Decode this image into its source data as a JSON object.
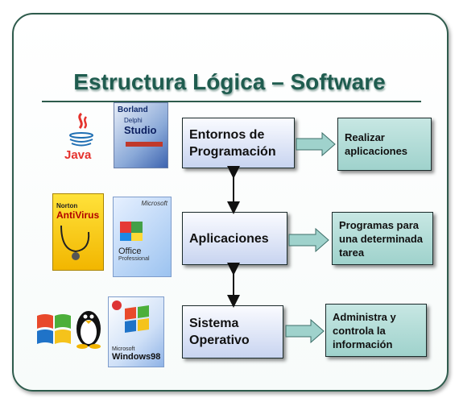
{
  "title": "Estructura Lógica – Software",
  "layers": [
    {
      "label": "Entornos de Programación",
      "description": "Realizar aplicaciones"
    },
    {
      "label": "Aplicaciones",
      "description": "Programas para una determinada tarea"
    },
    {
      "label": "Sistema Operativo",
      "description": "Administra y controla la información"
    }
  ],
  "logos": {
    "java": "Java",
    "borland_brand": "Borland",
    "borland_line1": "Delphi",
    "borland_line2": "Studio",
    "norton_brand": "Norton",
    "norton_product": "AntiVirus",
    "office_brand": "Microsoft",
    "office_product": "Office",
    "office_edition": "Professional",
    "windows_brand": "Microsoft",
    "windows_product": "Windows98"
  },
  "colors": {
    "title": "#1f5c4f",
    "arrow_fill": "#9fd2cc"
  }
}
